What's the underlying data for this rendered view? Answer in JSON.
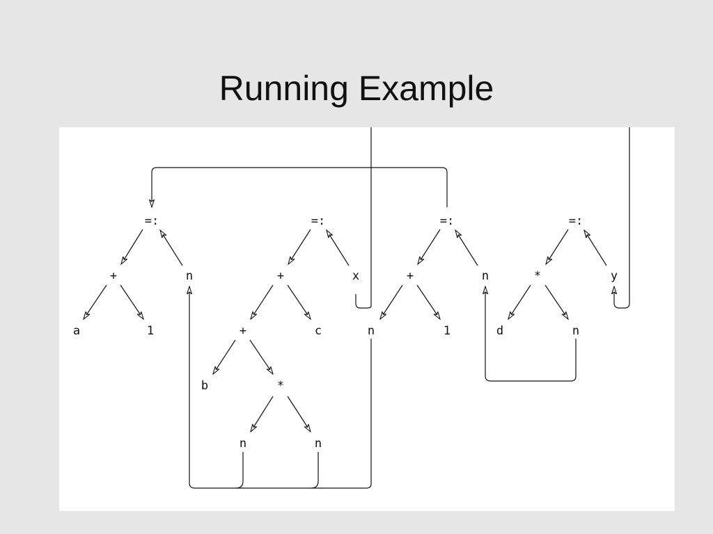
{
  "title": "Running Example",
  "nodes": {
    "assign1": "=:",
    "plus1": "+",
    "n1": "n",
    "a": "a",
    "one1": "1",
    "assign2": "=:",
    "plus2": "+",
    "x": "x",
    "plus3": "+",
    "c": "c",
    "b": "b",
    "times1": "*",
    "n2": "n",
    "n3": "n",
    "assign3": "=:",
    "plus4": "+",
    "n4": "n",
    "n5": "n",
    "one2": "1",
    "assign4": "=:",
    "times2": "*",
    "y": "y",
    "d": "d",
    "n6": "n"
  }
}
